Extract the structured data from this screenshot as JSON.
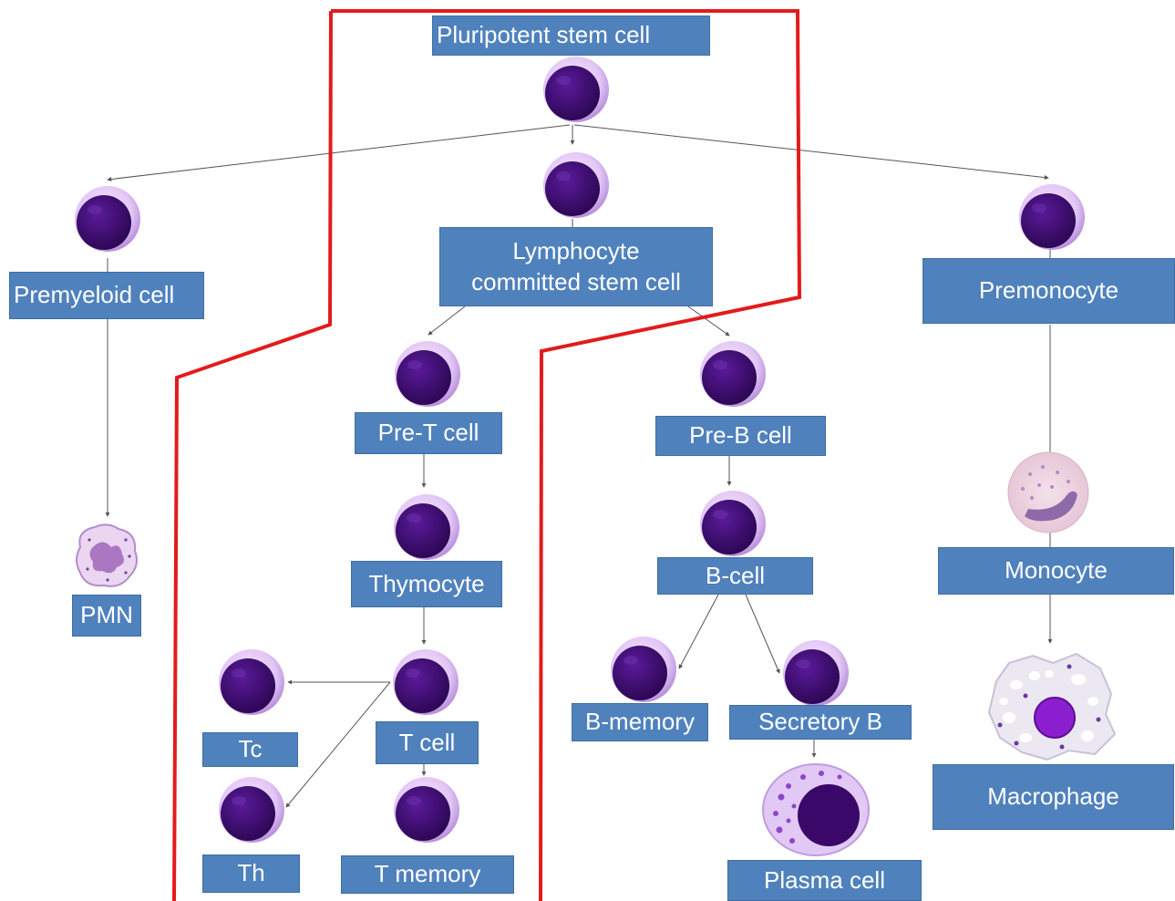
{
  "diagram": {
    "labels": {
      "pluripotent": "Pluripotent stem cell",
      "premyeloid": "Premyeloid cell",
      "lymphocyte": "Lymphocyte\ncommitted stem cell",
      "premonocyte": "Premonocyte",
      "pre_t": "Pre-T cell",
      "pre_b": "Pre-B cell",
      "thymocyte": "Thymocyte",
      "b_cell": "B-cell",
      "pmn": "PMN",
      "monocyte": "Monocyte",
      "b_memory": "B-memory",
      "secretory_b": "Secretory B",
      "tc": "Tc",
      "t_cell": "T cell",
      "th": "Th",
      "t_memory": "T memory",
      "plasma_cell": "Plasma cell",
      "macrophage": "Macrophage"
    },
    "colors": {
      "box_fill": "#4f81bd",
      "box_text": "#ffffff",
      "cell_nucleus": "#3d0a6e",
      "cell_membrane": "#d9b8f0",
      "boundary_line": "#e31b1b",
      "arrow": "#555555"
    }
  }
}
